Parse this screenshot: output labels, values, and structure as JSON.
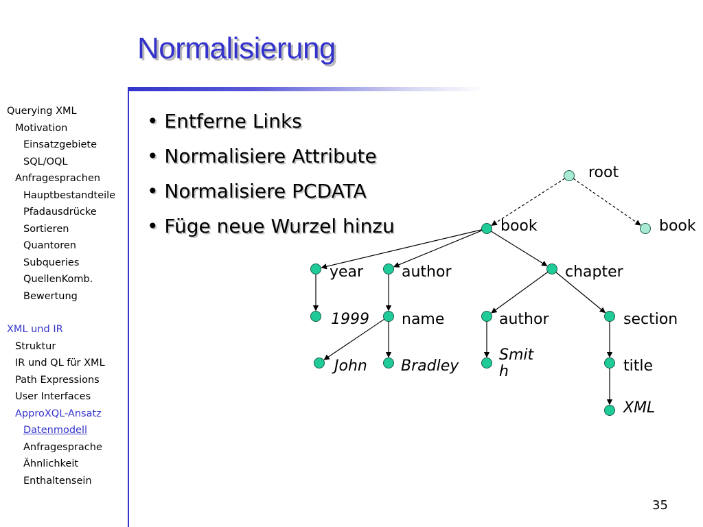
{
  "slide": {
    "title": "Normalisierung",
    "page_number": "35"
  },
  "sidebar": [
    {
      "label": "Querying XML",
      "level": 0,
      "state": "normal"
    },
    {
      "label": "Motivation",
      "level": 1,
      "state": "normal"
    },
    {
      "label": "Einsatzgebiete",
      "level": 2,
      "state": "normal"
    },
    {
      "label": "SQL/OQL",
      "level": 2,
      "state": "normal"
    },
    {
      "label": "Anfragesprachen",
      "level": 1,
      "state": "normal"
    },
    {
      "label": "Hauptbestandteile",
      "level": 2,
      "state": "normal"
    },
    {
      "label": "Pfadausdrücke",
      "level": 2,
      "state": "normal"
    },
    {
      "label": "Sortieren",
      "level": 2,
      "state": "normal"
    },
    {
      "label": "Quantoren",
      "level": 2,
      "state": "normal"
    },
    {
      "label": "Subqueries",
      "level": 2,
      "state": "normal"
    },
    {
      "label": "QuellenKomb.",
      "level": 2,
      "state": "normal"
    },
    {
      "label": "Bewertung",
      "level": 2,
      "state": "normal"
    },
    {
      "label": "XML und IR",
      "level": 0,
      "state": "active",
      "gap": true
    },
    {
      "label": "Struktur",
      "level": 1,
      "state": "normal"
    },
    {
      "label": "IR und QL für XML",
      "level": 1,
      "state": "normal"
    },
    {
      "label": "Path Expressions",
      "level": 1,
      "state": "normal"
    },
    {
      "label": "User Interfaces",
      "level": 1,
      "state": "normal"
    },
    {
      "label": "ApproXQL-Ansatz",
      "level": 1,
      "state": "active"
    },
    {
      "label": "Datenmodell",
      "level": 2,
      "state": "current"
    },
    {
      "label": "Anfragesprache",
      "level": 2,
      "state": "normal"
    },
    {
      "label": "Ähnlichkeit",
      "level": 2,
      "state": "normal"
    },
    {
      "label": "Enthaltensein",
      "level": 2,
      "state": "normal"
    }
  ],
  "bullets": [
    "Entferne Links",
    "Normalisiere Attribute",
    "Normalisiere PCDATA",
    "Füge neue Wurzel hinzu"
  ],
  "colors": {
    "title": "#3333cc",
    "accent": "#3333cc",
    "node_fill": "#1fcc99",
    "root_fill": "#a8ead4",
    "node_stroke": "#1a5c4a"
  },
  "tree": {
    "nodes": [
      {
        "id": "root",
        "label": "root",
        "style": "light"
      },
      {
        "id": "book1",
        "label": "book"
      },
      {
        "id": "book2",
        "label": "book",
        "style": "light"
      },
      {
        "id": "year",
        "label": "year"
      },
      {
        "id": "author1",
        "label": "author"
      },
      {
        "id": "chapter",
        "label": "chapter"
      },
      {
        "id": "v1999",
        "label": "1999",
        "italic": true
      },
      {
        "id": "name",
        "label": "name"
      },
      {
        "id": "author2",
        "label": "author"
      },
      {
        "id": "section",
        "label": "section"
      },
      {
        "id": "john",
        "label": "John",
        "italic": true
      },
      {
        "id": "bradley",
        "label": "Bradley",
        "italic": true
      },
      {
        "id": "smith",
        "label": "Smith",
        "italic": true
      },
      {
        "id": "title",
        "label": "title"
      },
      {
        "id": "xml",
        "label": "XML",
        "italic": true
      }
    ],
    "edges": [
      {
        "from": "root",
        "to": "book1",
        "dashed": true
      },
      {
        "from": "root",
        "to": "book2",
        "dashed": true
      },
      {
        "from": "book1",
        "to": "year"
      },
      {
        "from": "book1",
        "to": "author1"
      },
      {
        "from": "book1",
        "to": "chapter"
      },
      {
        "from": "year",
        "to": "v1999"
      },
      {
        "from": "author1",
        "to": "name"
      },
      {
        "from": "name",
        "to": "john"
      },
      {
        "from": "name",
        "to": "bradley"
      },
      {
        "from": "chapter",
        "to": "author2"
      },
      {
        "from": "chapter",
        "to": "section"
      },
      {
        "from": "author2",
        "to": "smith"
      },
      {
        "from": "section",
        "to": "title"
      },
      {
        "from": "title",
        "to": "xml"
      }
    ]
  }
}
